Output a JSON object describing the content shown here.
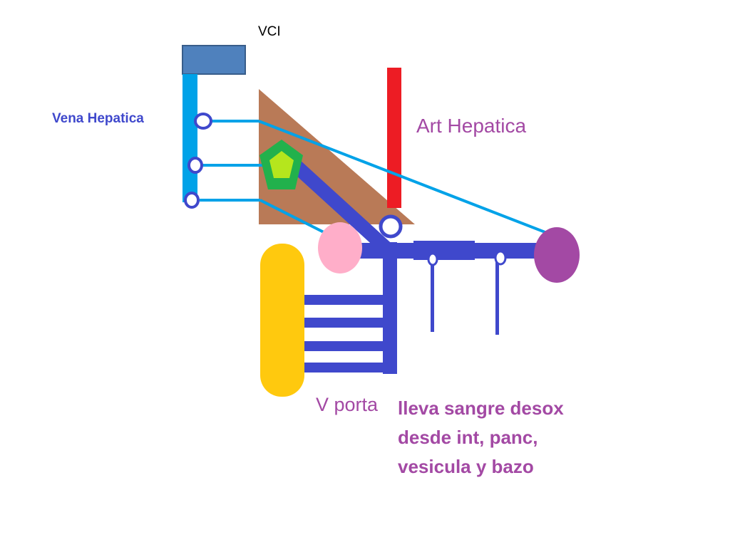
{
  "labels": {
    "vci": "VCI",
    "vena_hepatica": "Vena Hepatica",
    "art_hepatica": "Art Hepatica",
    "v_porta": "V porta",
    "description_lines": [
      "lleva sangre desox",
      "desde int, panc,",
      "vesicula y bazo"
    ]
  },
  "colors": {
    "vci_box": "#4f81bd",
    "hepatic_vein": "#00a2e8",
    "liver": "#b97a57",
    "hepatic_artery": "#ed1c24",
    "portal_vein": "#3f48cc",
    "pentagon_outer": "#22b14c",
    "pentagon_inner": "#b5e61d",
    "pink_organ": "#ffaec9",
    "purple_organ": "#a349a4",
    "yellow_organ": "#ffc90e",
    "label_purple": "#a349a4",
    "label_blue": "#3f48cc"
  }
}
